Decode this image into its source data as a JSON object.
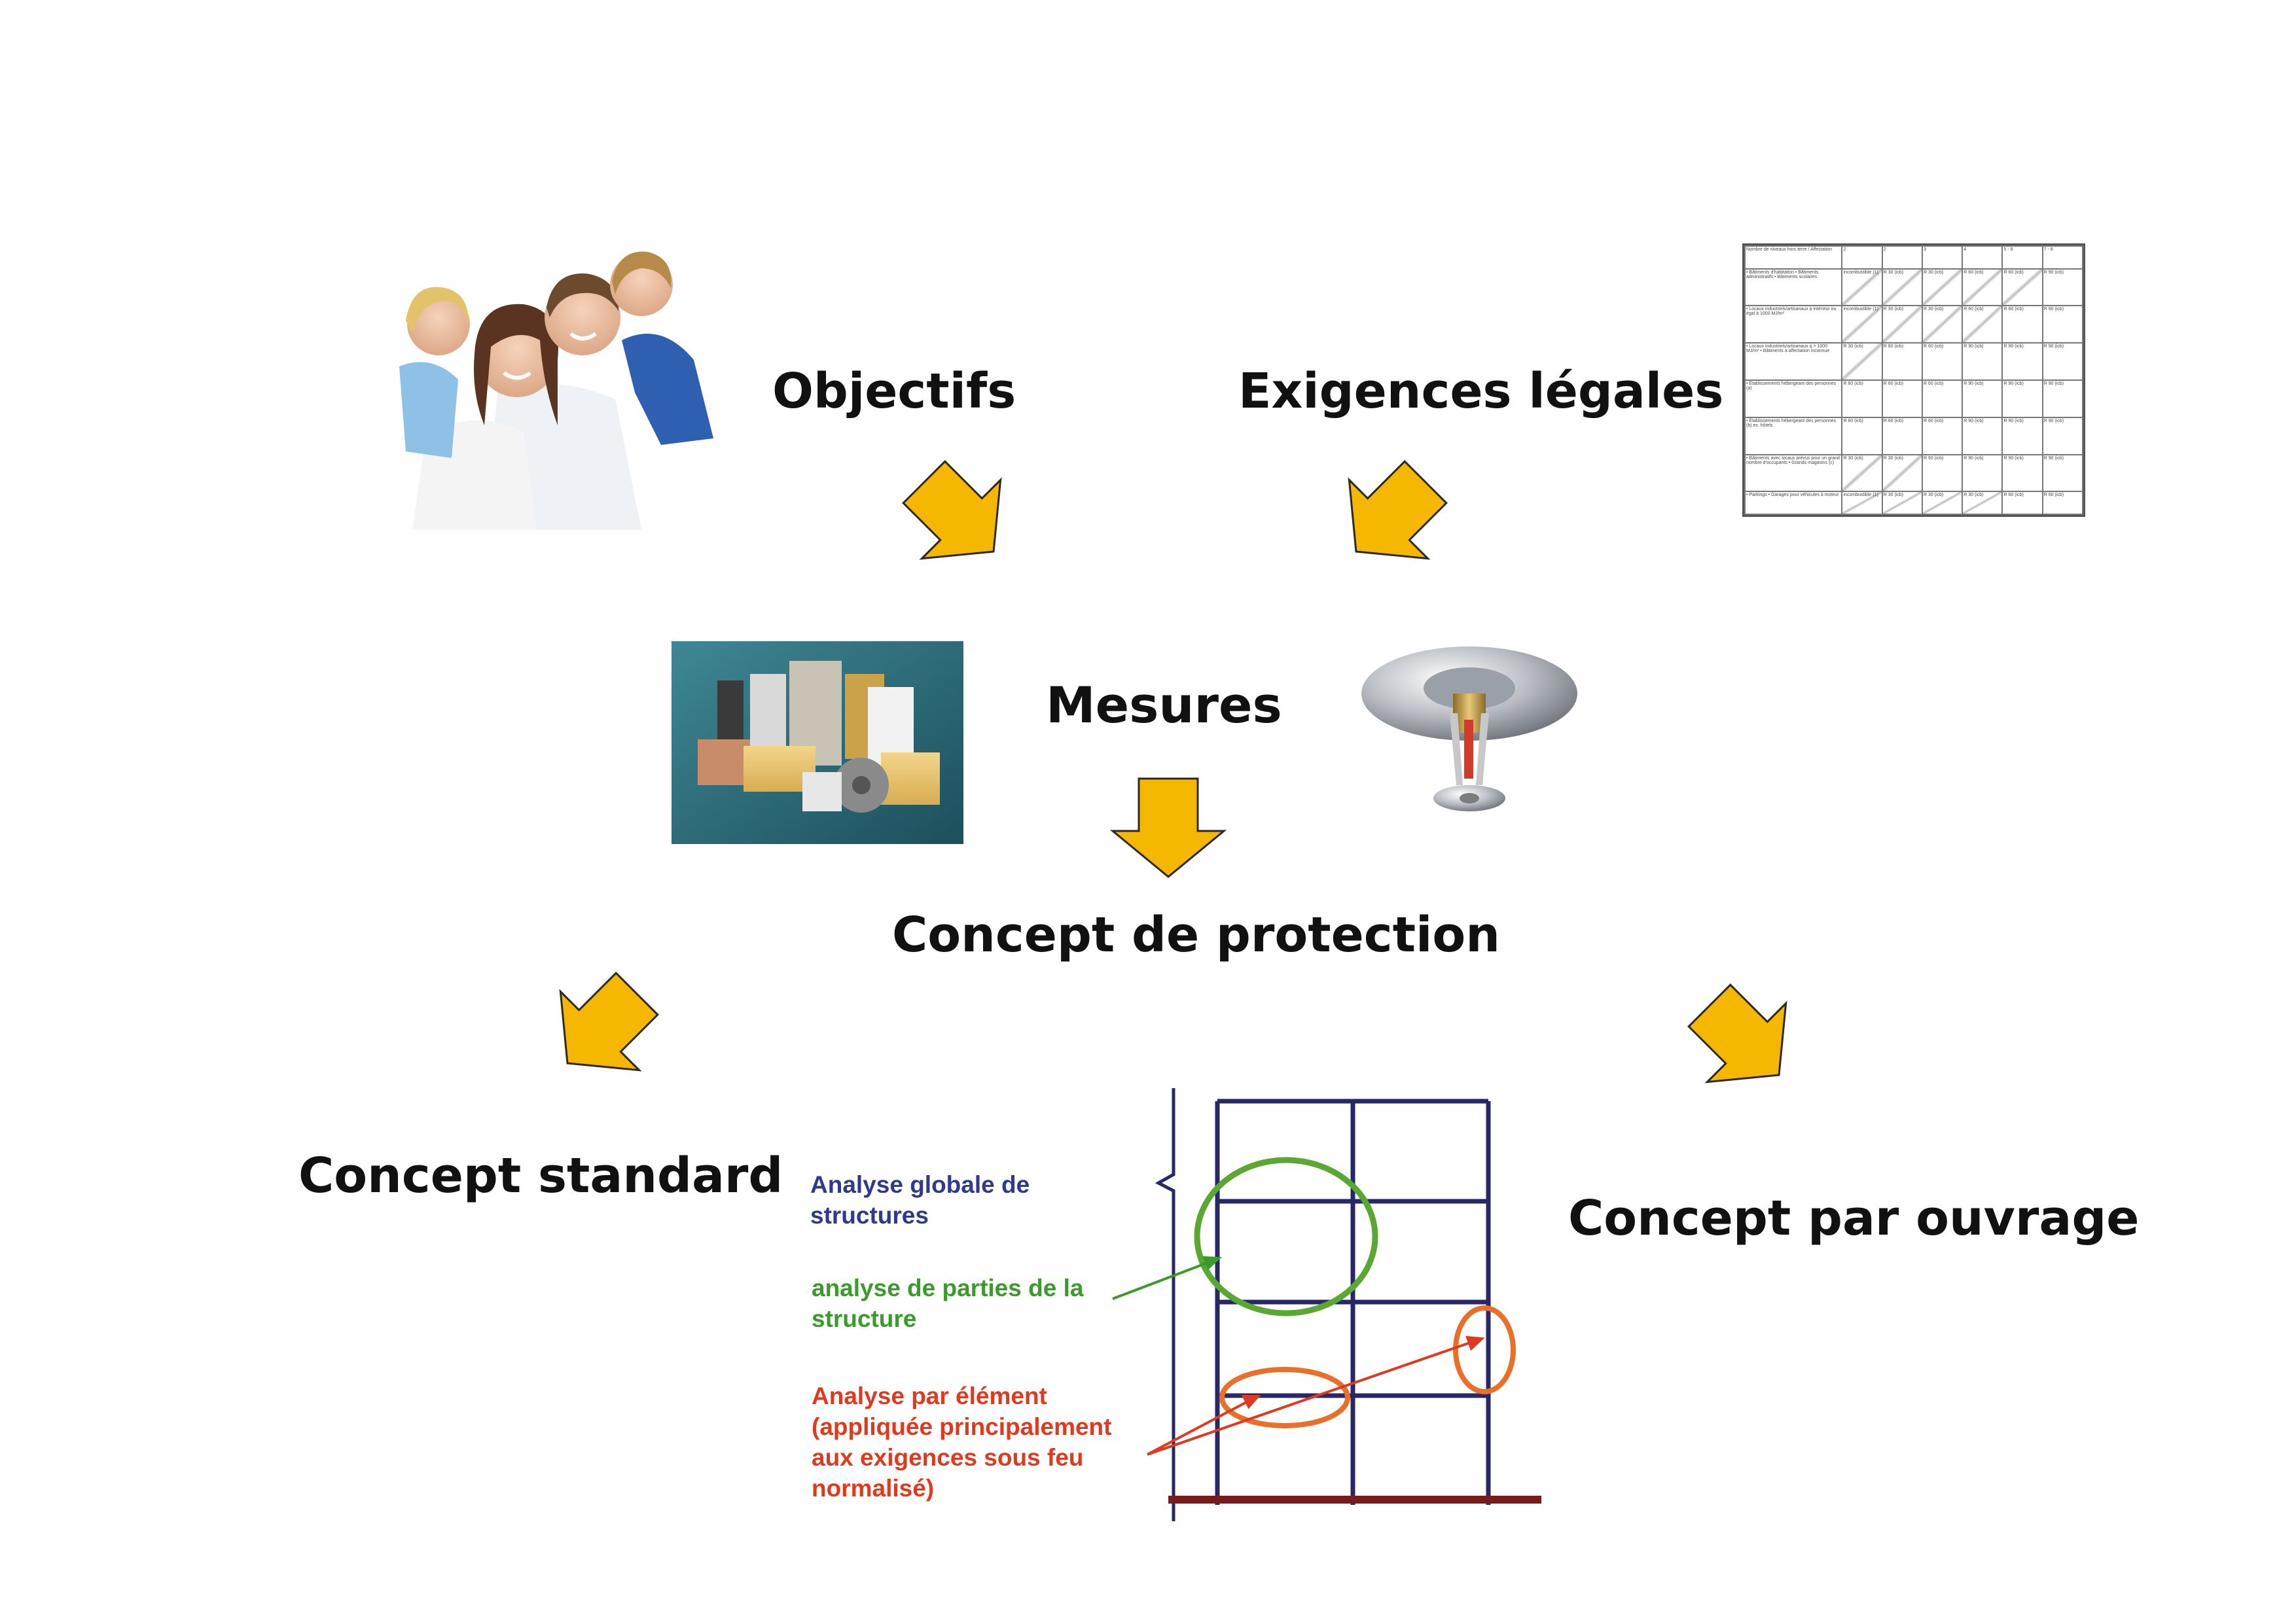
{
  "labels": {
    "objectifs": "Objectifs",
    "exigences": "Exigences légales",
    "mesures": "Mesures",
    "concept_protection": "Concept de protection",
    "concept_standard": "Concept standard",
    "concept_ouvrage": "Concept par ouvrage"
  },
  "annotations": {
    "global_line1": "Analyse globale de",
    "global_line2": "structures",
    "partial_line1": "analyse de parties de la",
    "partial_line2": "structure",
    "element_line1": "Analyse par élément",
    "element_line2": "(appliquée principalement",
    "element_line3": "aux exigences sous feu",
    "element_line4": "normalisé)"
  },
  "regulations_table": {
    "header": [
      "Nombre de niveaux hors terre / Affectation",
      "2",
      "2",
      "3",
      "4",
      "5 - 8",
      "7 - 8"
    ],
    "rows": [
      [
        "• Bâtiments d'habitation • Bâtiments administratifs • Bâtiments scolaires",
        "incombustible (1)",
        "R 30 (icb)",
        "R 30 (icb)",
        "R 60 (icb)",
        "R 60 (icb)",
        "R 90 (icb)"
      ],
      [
        "• Locaux industriels/artisanaux à intérieur ou égal à 1000 MJ/m²",
        "incombustible (1)",
        "R 30 (icb)",
        "R 30 (icb)",
        "R 60 (icb)",
        "R 60 (icb)",
        "R 90 (icb)"
      ],
      [
        "• Locaux industriels/artisanaux q > 1000 MJ/m² • Bâtiments à affectation inconnue",
        "R 30 (icb)",
        "R 60 (icb)",
        "R 60 (icb)",
        "R 90 (icb)",
        "R 90 (icb)",
        "R 90 (icb)"
      ],
      [
        "• Établissements hébergeant des personnes (a)",
        "R 60 (icb)",
        "R 60 (icb)",
        "R 60 (icb)",
        "R 90 (icb)",
        "R 90 (icb)",
        "R 90 (icb)"
      ],
      [
        "• Établissements hébergeant des personnes (b) ex. hôtels",
        "R 60 (icb)",
        "R 60 (icb)",
        "R 60 (icb)",
        "R 90 (icb)",
        "R 90 (icb)",
        "R 90 (icb)"
      ],
      [
        "• Bâtiments avec locaux prévus pour un grand nombre d'occupants • Grands magasins (c)",
        "R 30 (icb)",
        "R 30 (icb)",
        "R 60 (icb)",
        "R 90 (icb)",
        "R 90 (icb)",
        "R 90 (icb)"
      ],
      [
        "• Parkings • Garages pour véhicules à moteur",
        "incombustible (1)",
        "R 30 (icb)",
        "R 30 (icb)",
        "R 30 (icb)",
        "R 60 (icb)",
        "R 60 (icb)"
      ]
    ]
  },
  "colors": {
    "arrow_fill": "#F5B700",
    "arrow_stroke": "#2a2a2a",
    "frame_navy": "#27276a",
    "ground": "#7a1a1a",
    "green": "#5aa832",
    "orange": "#e8702a",
    "red_text": "#e03a1e",
    "green_text": "#3a9a2a",
    "blue_text": "#2e3a8c"
  },
  "icons": [
    "family-photo",
    "regulations-table",
    "insulation-materials-photo",
    "sprinkler-photo",
    "structure-frame-diagram"
  ]
}
